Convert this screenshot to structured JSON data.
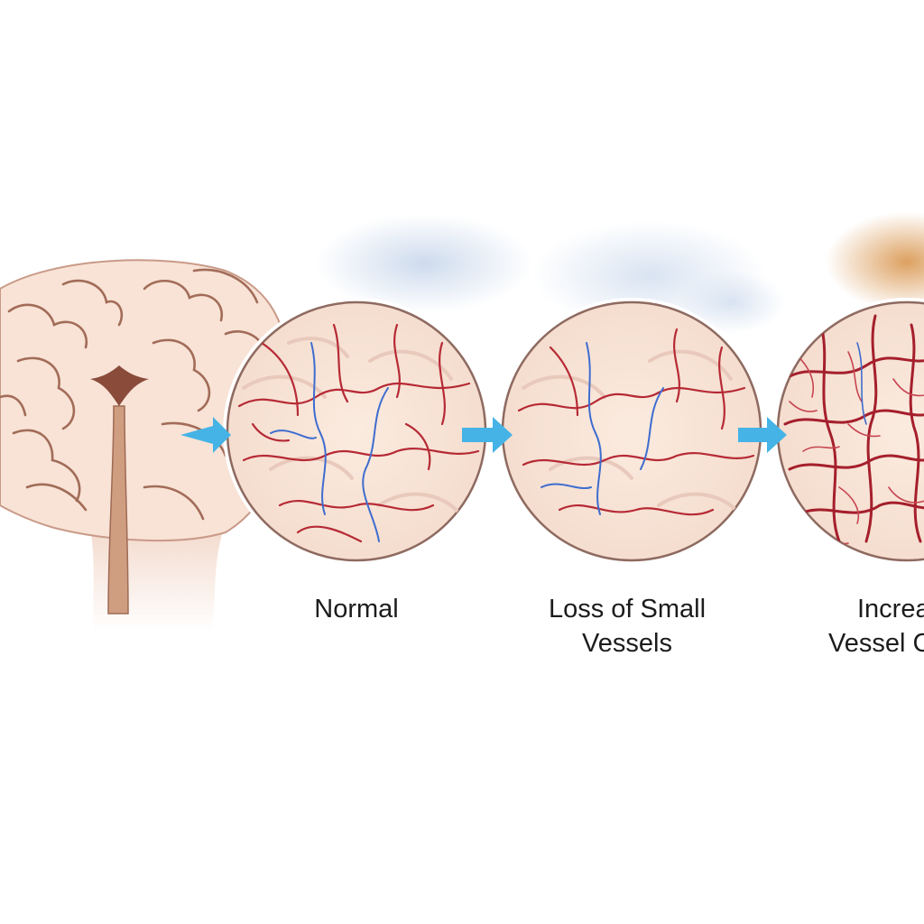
{
  "stages": [
    {
      "id": "normal",
      "label_lines": [
        "Normal"
      ]
    },
    {
      "id": "loss",
      "label_lines": [
        "Loss of Small",
        "Vessels"
      ]
    },
    {
      "id": "increase",
      "label_lines": [
        "Increa",
        "Vessel C"
      ]
    }
  ],
  "colors": {
    "background": "#ffffff",
    "brain_tissue": "#f8e3d6",
    "brain_outline": "#9f6a55",
    "vessel_red": "#b62a35",
    "vessel_blue": "#3e6ccf",
    "arrow_blue": "#45b3e6",
    "mist_blue": "#cfdcee",
    "mist_orange": "#e0a56b",
    "text": "#1c1c1c"
  },
  "icons": {
    "brain": "brain-icon",
    "arrow": "right-arrow-icon"
  }
}
